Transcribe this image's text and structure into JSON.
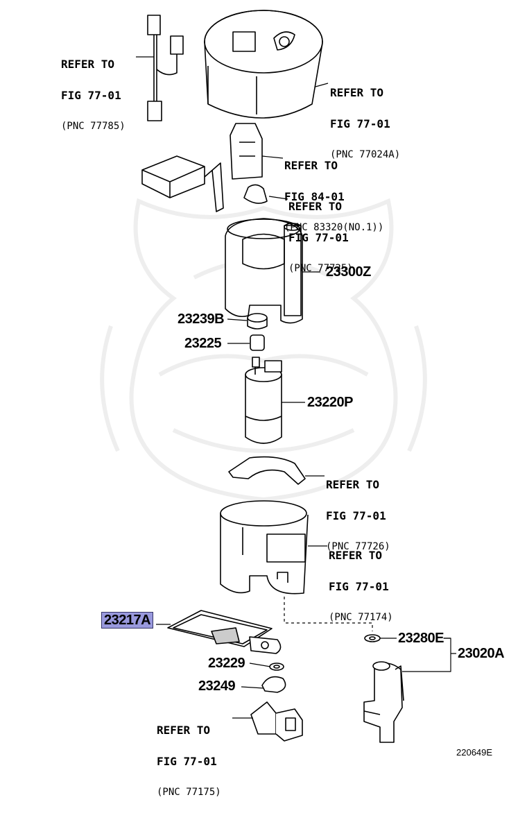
{
  "diagram": {
    "references": [
      {
        "line1": "REFER TO",
        "line2": "FIG 77-01",
        "pnc": "(PNC 77785)"
      },
      {
        "line1": "REFER TO",
        "line2": "FIG 77-01",
        "pnc": "(PNC 77024A)"
      },
      {
        "line1": "REFER TO",
        "line2": "FIG 84-01",
        "pnc": "(PNC 83320(NO.1))"
      },
      {
        "line1": "REFER TO",
        "line2": "FIG 77-01",
        "pnc": "(PNC 77725)"
      },
      {
        "line1": "REFER TO",
        "line2": "FIG 77-01",
        "pnc": "(PNC 77726)"
      },
      {
        "line1": "REFER TO",
        "line2": "FIG 77-01",
        "pnc": "(PNC 77174)"
      },
      {
        "line1": "REFER TO",
        "line2": "FIG 77-01",
        "pnc": "(PNC 77175)"
      }
    ],
    "parts": {
      "p23300Z": "23300Z",
      "p23239B": "23239B",
      "p23225": "23225",
      "p23220P": "23220P",
      "p23217A": "23217A",
      "p23229": "23229",
      "p23249": "23249",
      "p23280E": "23280E",
      "p23020A": "23020A"
    },
    "highlighted_part": "23217A",
    "highlight_color": "#9999dd",
    "figure_code": "220649E"
  }
}
